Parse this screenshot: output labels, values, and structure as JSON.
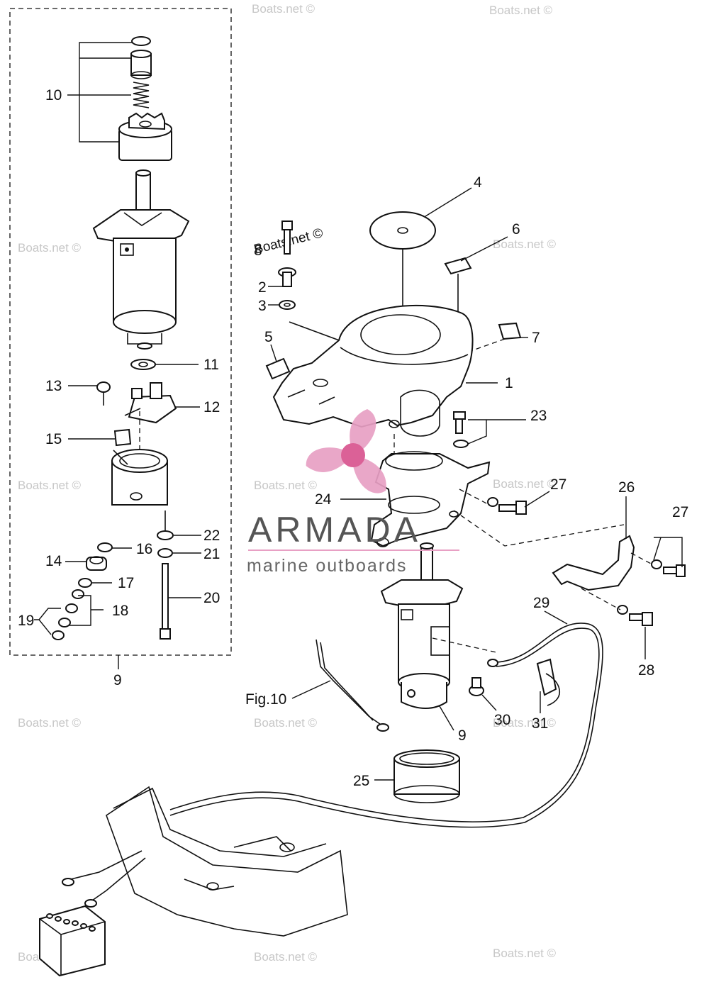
{
  "watermark": {
    "text": "Boats.net ©"
  },
  "brand": {
    "name": "ARMADA",
    "tagline": "marine outboards",
    "accent_color": "#e8a0c4"
  },
  "callouts": {
    "c1": "1",
    "c2": "2",
    "c3": "3",
    "c4": "4",
    "c5": "5",
    "c6": "6",
    "c7": "7",
    "c8": "8",
    "c9_group": "9",
    "c9": "9",
    "c10": "10",
    "c11": "11",
    "c12": "12",
    "c13": "13",
    "c14": "14",
    "c15": "15",
    "c16": "16",
    "c17": "17",
    "c18": "18",
    "c19": "19",
    "c20": "20",
    "c21": "21",
    "c22": "22",
    "c23": "23",
    "c24": "24",
    "c25": "25",
    "c26": "26",
    "c27a": "27",
    "c27b": "27",
    "c28": "28",
    "c29": "29",
    "c30": "30",
    "c31": "31",
    "fig10": "Fig.10"
  }
}
